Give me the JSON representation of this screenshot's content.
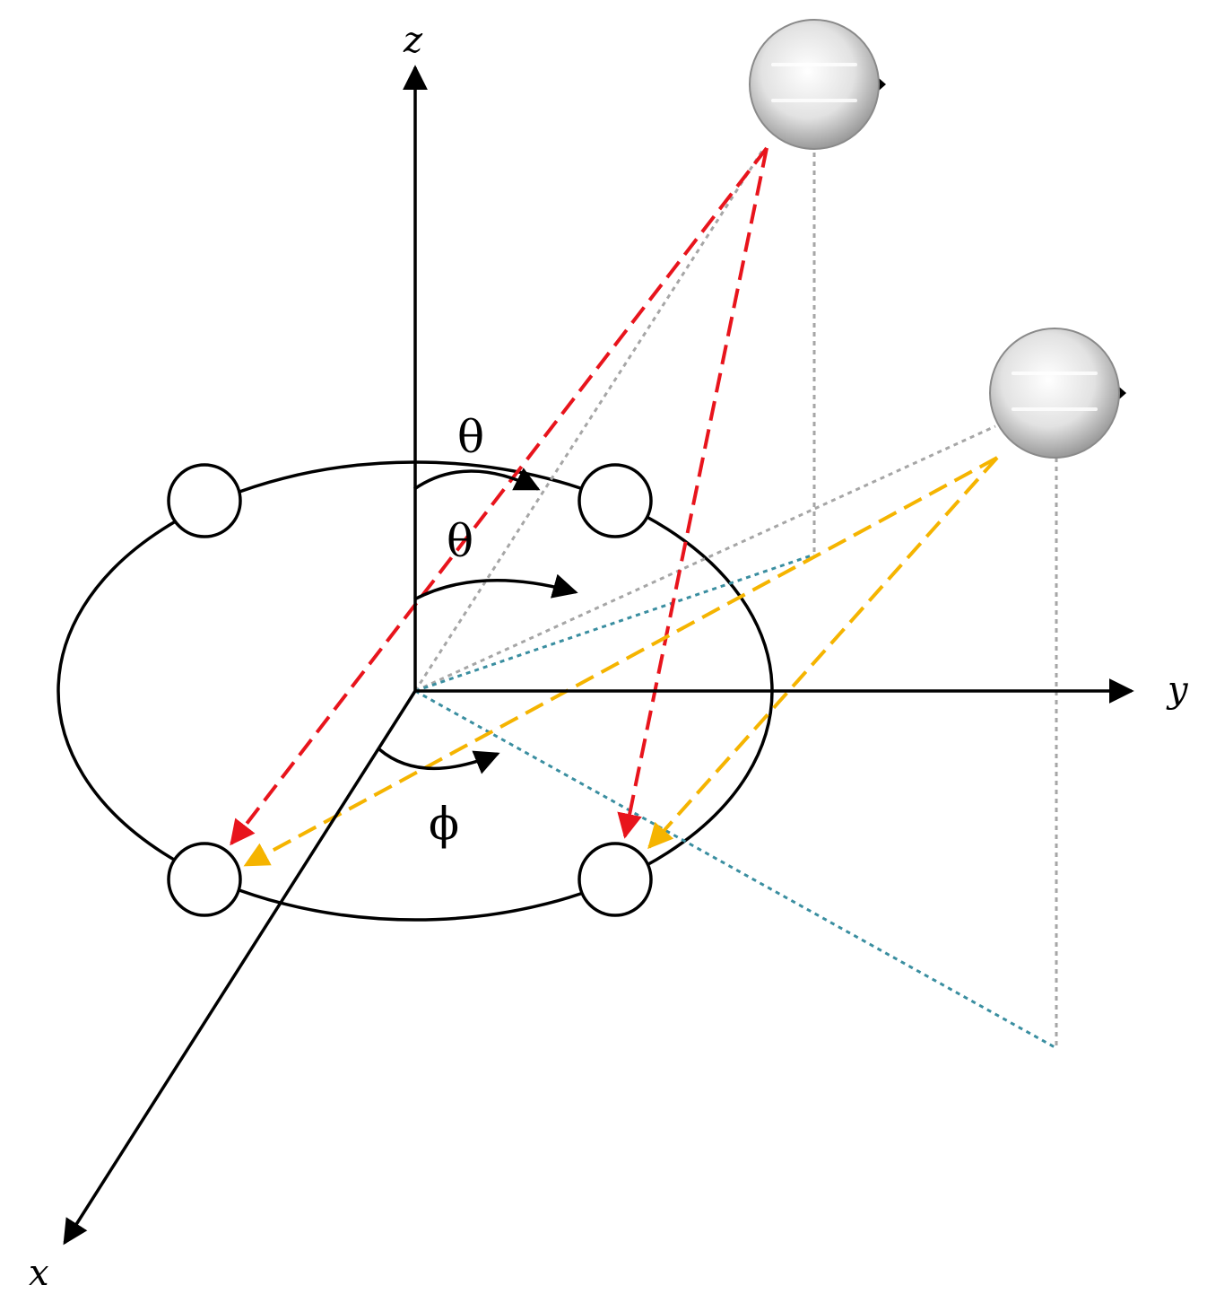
{
  "axes": {
    "x_label": "x",
    "y_label": "y",
    "z_label": "z"
  },
  "angles": {
    "theta_label_1": "θ",
    "theta_label_2": "θ",
    "phi_label": "ϕ"
  },
  "colors": {
    "axis": "#000000",
    "red_ray": "#e8141c",
    "yellow_ray": "#f5b400",
    "gray_projection": "#a6a6a6",
    "teal_projection": "#3a8ea0",
    "sphere_fill": "#e6e6e6"
  },
  "elements": {
    "emitters": [
      "emitter-near",
      "emitter-far"
    ],
    "receivers": [
      "receiver-back-left",
      "receiver-back-right",
      "receiver-front-left",
      "receiver-front-right"
    ]
  }
}
